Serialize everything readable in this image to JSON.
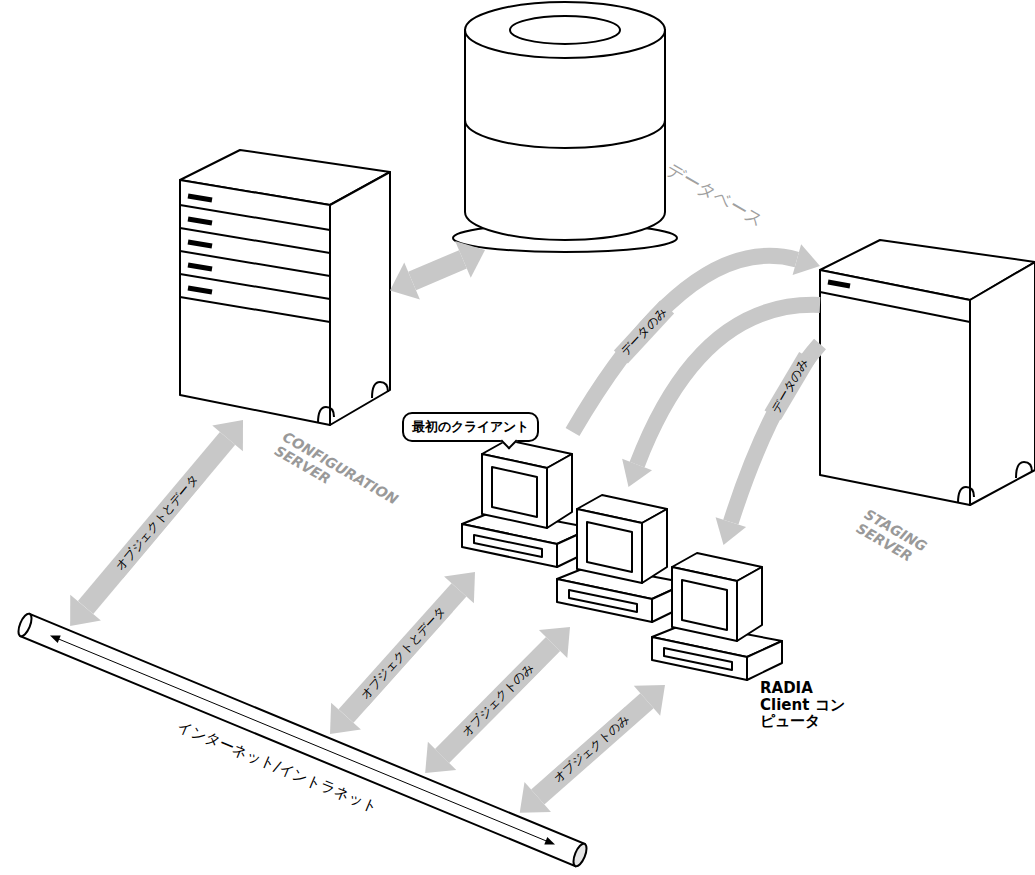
{
  "diagram": {
    "nodes": [
      {
        "text": [
          "CONFIGURATION SERVER"
        ]
      },
      {
        "text": [
          "データベース"
        ]
      },
      {
        "text": [
          "STAGING SERVER"
        ]
      },
      {
        "text": [
          "最初のクライアント"
        ]
      },
      {
        "text": []
      },
      {
        "text": [
          "RADIA Client コンピュータ"
        ]
      },
      {
        "text": [
          "インターネット/イントラネット"
        ]
      }
    ],
    "edges": [
      {
        "from": 0,
        "to": 1,
        "arrow": "both"
      },
      {
        "from": 0,
        "to": 6,
        "label": "オブジェクトとデータ",
        "arrow": "both"
      },
      {
        "from": 3,
        "to": 2,
        "label": "データのみ",
        "arrow": "to"
      },
      {
        "from": 2,
        "to": 4,
        "arrow": "to"
      },
      {
        "from": 2,
        "to": 5,
        "label": "データのみ",
        "arrow": "to"
      },
      {
        "from": 3,
        "to": 6,
        "label": "オブジェクトとデータ",
        "arrow": "both"
      },
      {
        "from": 4,
        "to": 6,
        "label": "オブジェクトのみ",
        "arrow": "both"
      },
      {
        "from": 5,
        "to": 6,
        "label": "オブジェクトのみ",
        "arrow": "both"
      }
    ]
  }
}
